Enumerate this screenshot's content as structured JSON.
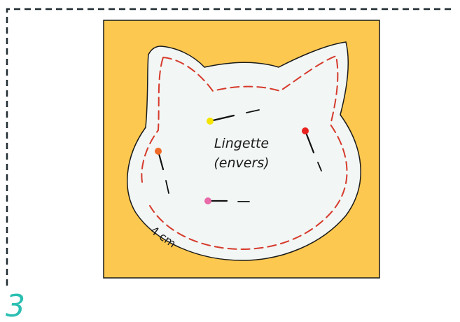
{
  "labels": {
    "fabric_line1": "Lingette",
    "fabric_line2": "(envers)",
    "seam_allowance": "4 cm",
    "step_number": "3"
  },
  "colors": {
    "frame_dash": "#1f2a30",
    "background_fabric": "#fdc84f",
    "cat_fabric": "#f2f6f4",
    "outline": "#1a1a1a",
    "stitch_line": "#d63a2c",
    "step_number": "#2bbfb2"
  },
  "pins": [
    {
      "name": "pin-yellow",
      "head_color": "#f5e400"
    },
    {
      "name": "pin-red",
      "head_color": "#e8231f"
    },
    {
      "name": "pin-orange",
      "head_color": "#f06a28"
    },
    {
      "name": "pin-pink",
      "head_color": "#e86aa8"
    }
  ]
}
